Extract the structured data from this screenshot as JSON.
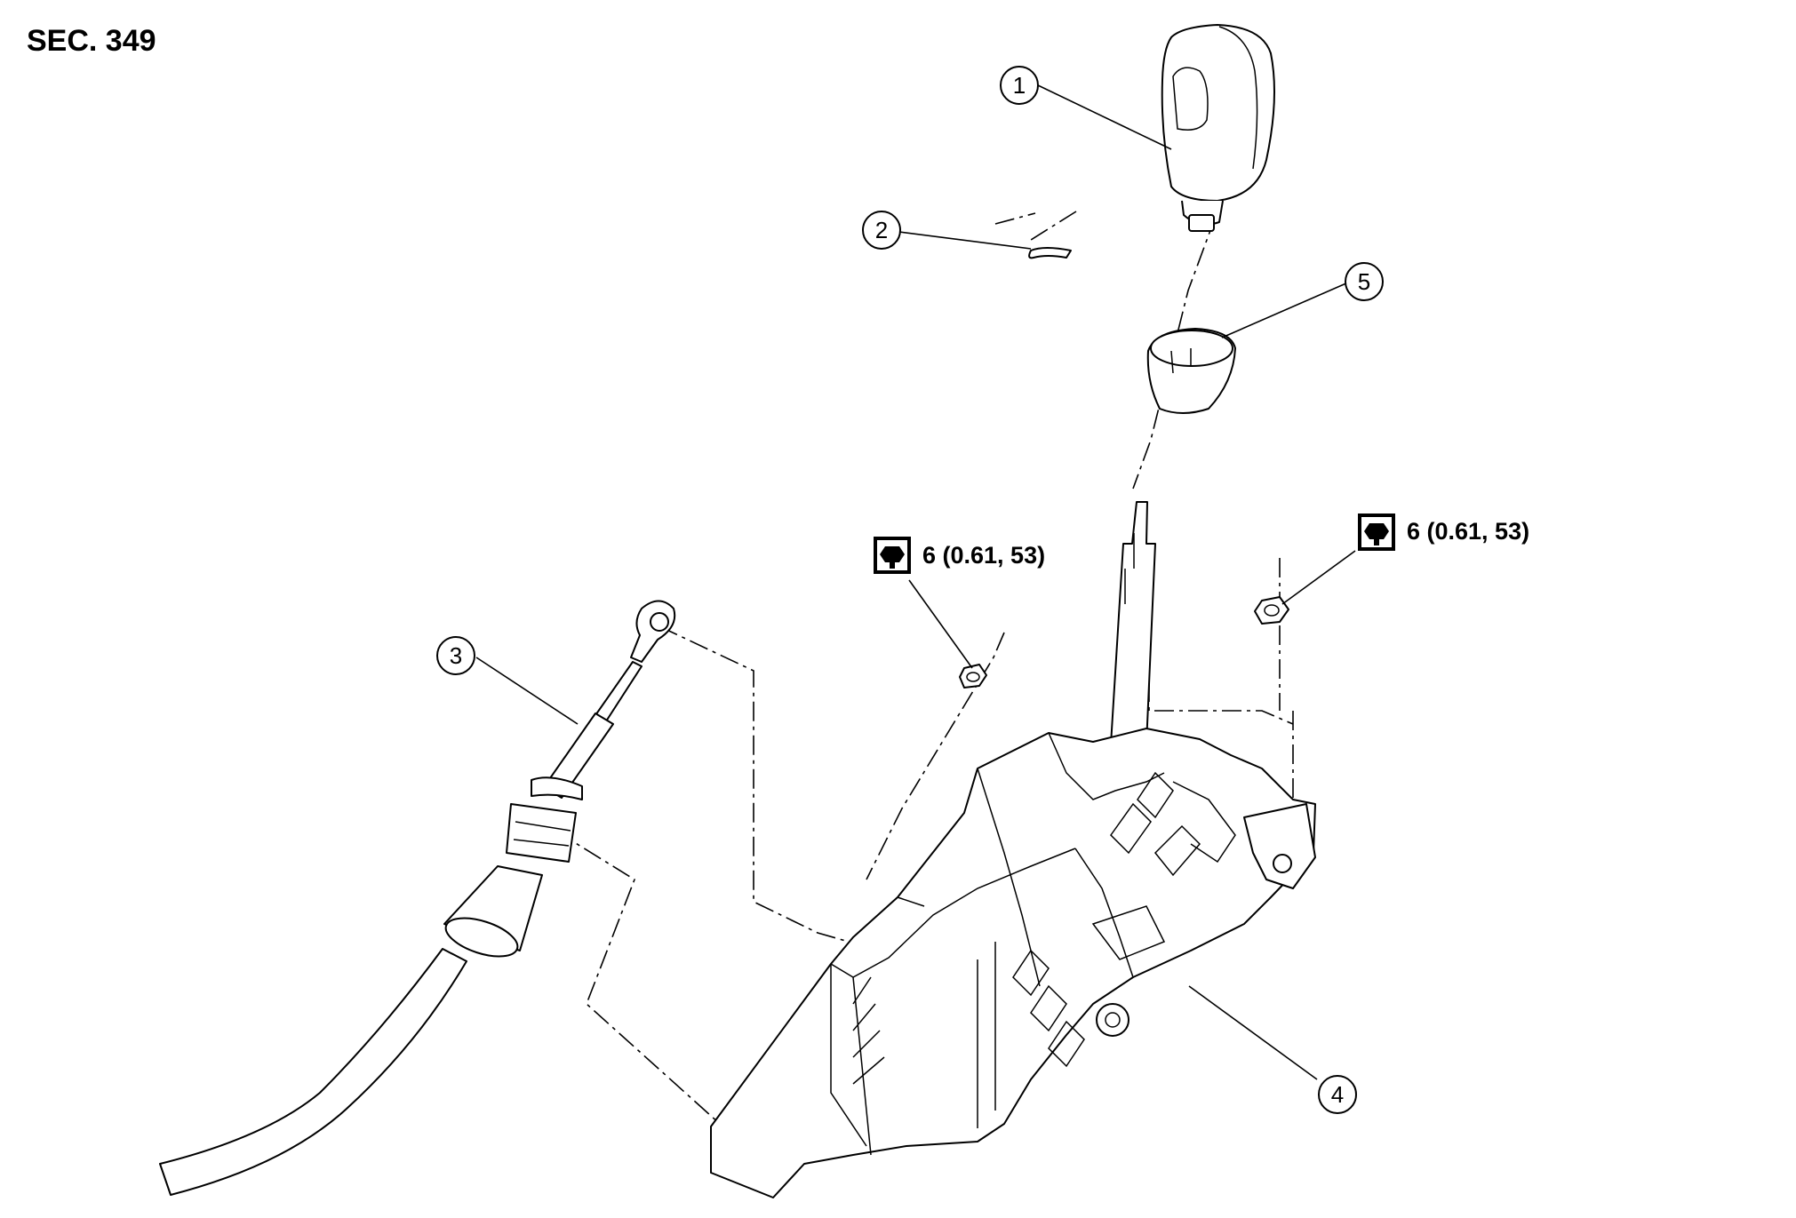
{
  "section_label": "SEC. 349",
  "callouts": [
    {
      "number": "1",
      "part": "shift knob"
    },
    {
      "number": "2",
      "part": "clip"
    },
    {
      "number": "3",
      "part": "control cable"
    },
    {
      "number": "4",
      "part": "shift lever assembly"
    },
    {
      "number": "5",
      "part": "knob boot"
    }
  ],
  "torque_specs": [
    {
      "text": "6 (0.61, 53)",
      "icon": "torque-wrench-icon"
    },
    {
      "text": "6 (0.61, 53)",
      "icon": "torque-wrench-icon"
    }
  ],
  "colors": {
    "line": "#000000",
    "background": "#ffffff"
  }
}
